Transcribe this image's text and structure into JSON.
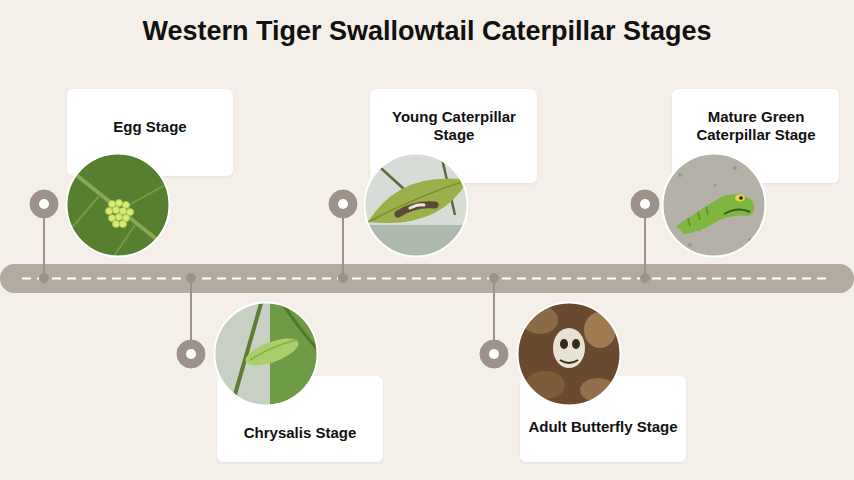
{
  "diagram": {
    "title": "Western Tiger Swallowtail Caterpillar Stages",
    "nodes": [
      {
        "text": [
          "Egg Stage"
        ]
      },
      {
        "text": [
          "Chrysalis Stage"
        ]
      },
      {
        "text": [
          "Young Caterpillar Stage"
        ]
      },
      {
        "text": [
          "Adult Butterfly Stage"
        ]
      },
      {
        "text": [
          "Mature Green Caterpillar Stage"
        ]
      }
    ]
  }
}
